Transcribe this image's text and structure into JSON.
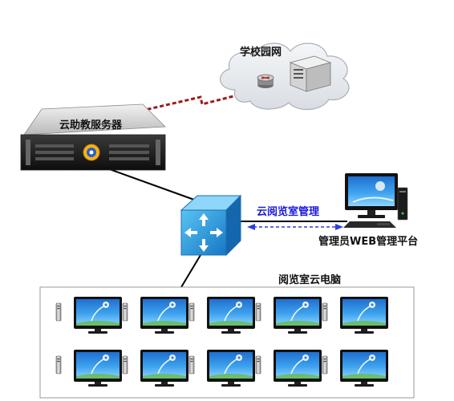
{
  "labels": {
    "campus_network": "学校园网",
    "cloud_server": "云助教服务器",
    "reading_room_mgmt": "云阅览室管理",
    "admin_platform": "管理员WEB管理平台",
    "reading_room_pcs": "阅览室云电脑"
  },
  "room": {
    "rows": 2,
    "cols": 5
  },
  "colors": {
    "wan_link": "#9b1c1c",
    "mgmt_link": "#2f3fd6",
    "switch_blue": "#2aa6e8",
    "cloud_fill": "#e6e9ee"
  },
  "icons": [
    "cloud-icon",
    "router-icon",
    "server-rack-icon",
    "switch-icon",
    "monitor-icon",
    "pc-tower-icon"
  ]
}
